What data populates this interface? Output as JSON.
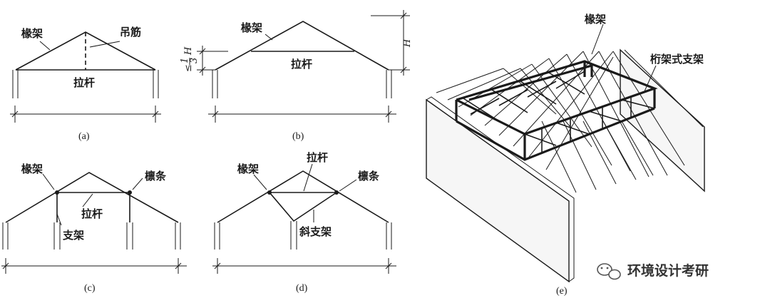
{
  "panels": {
    "a": {
      "caption": "(a)",
      "rafter": "椽架",
      "hanger": "吊筋",
      "tie": "拉杆"
    },
    "b": {
      "caption": "(b)",
      "rafter": "椽架",
      "tie": "拉杆",
      "height_symbol": "H",
      "ratio_prefix": "≤",
      "ratio_num": "1",
      "ratio_den": "3",
      "ratio_sym": "H"
    },
    "c": {
      "caption": "(c)",
      "rafter": "椽架",
      "purlin": "檩条",
      "tie": "拉杆",
      "support": "支架"
    },
    "d": {
      "caption": "(d)",
      "rafter": "椽架",
      "tie": "拉杆",
      "purlin": "檩条",
      "diag_support": "斜支架"
    },
    "e": {
      "caption": "(e)",
      "rafter": "椽架",
      "truss_support": "桁架式支架"
    }
  },
  "watermark": {
    "text": "环境设计考研"
  }
}
